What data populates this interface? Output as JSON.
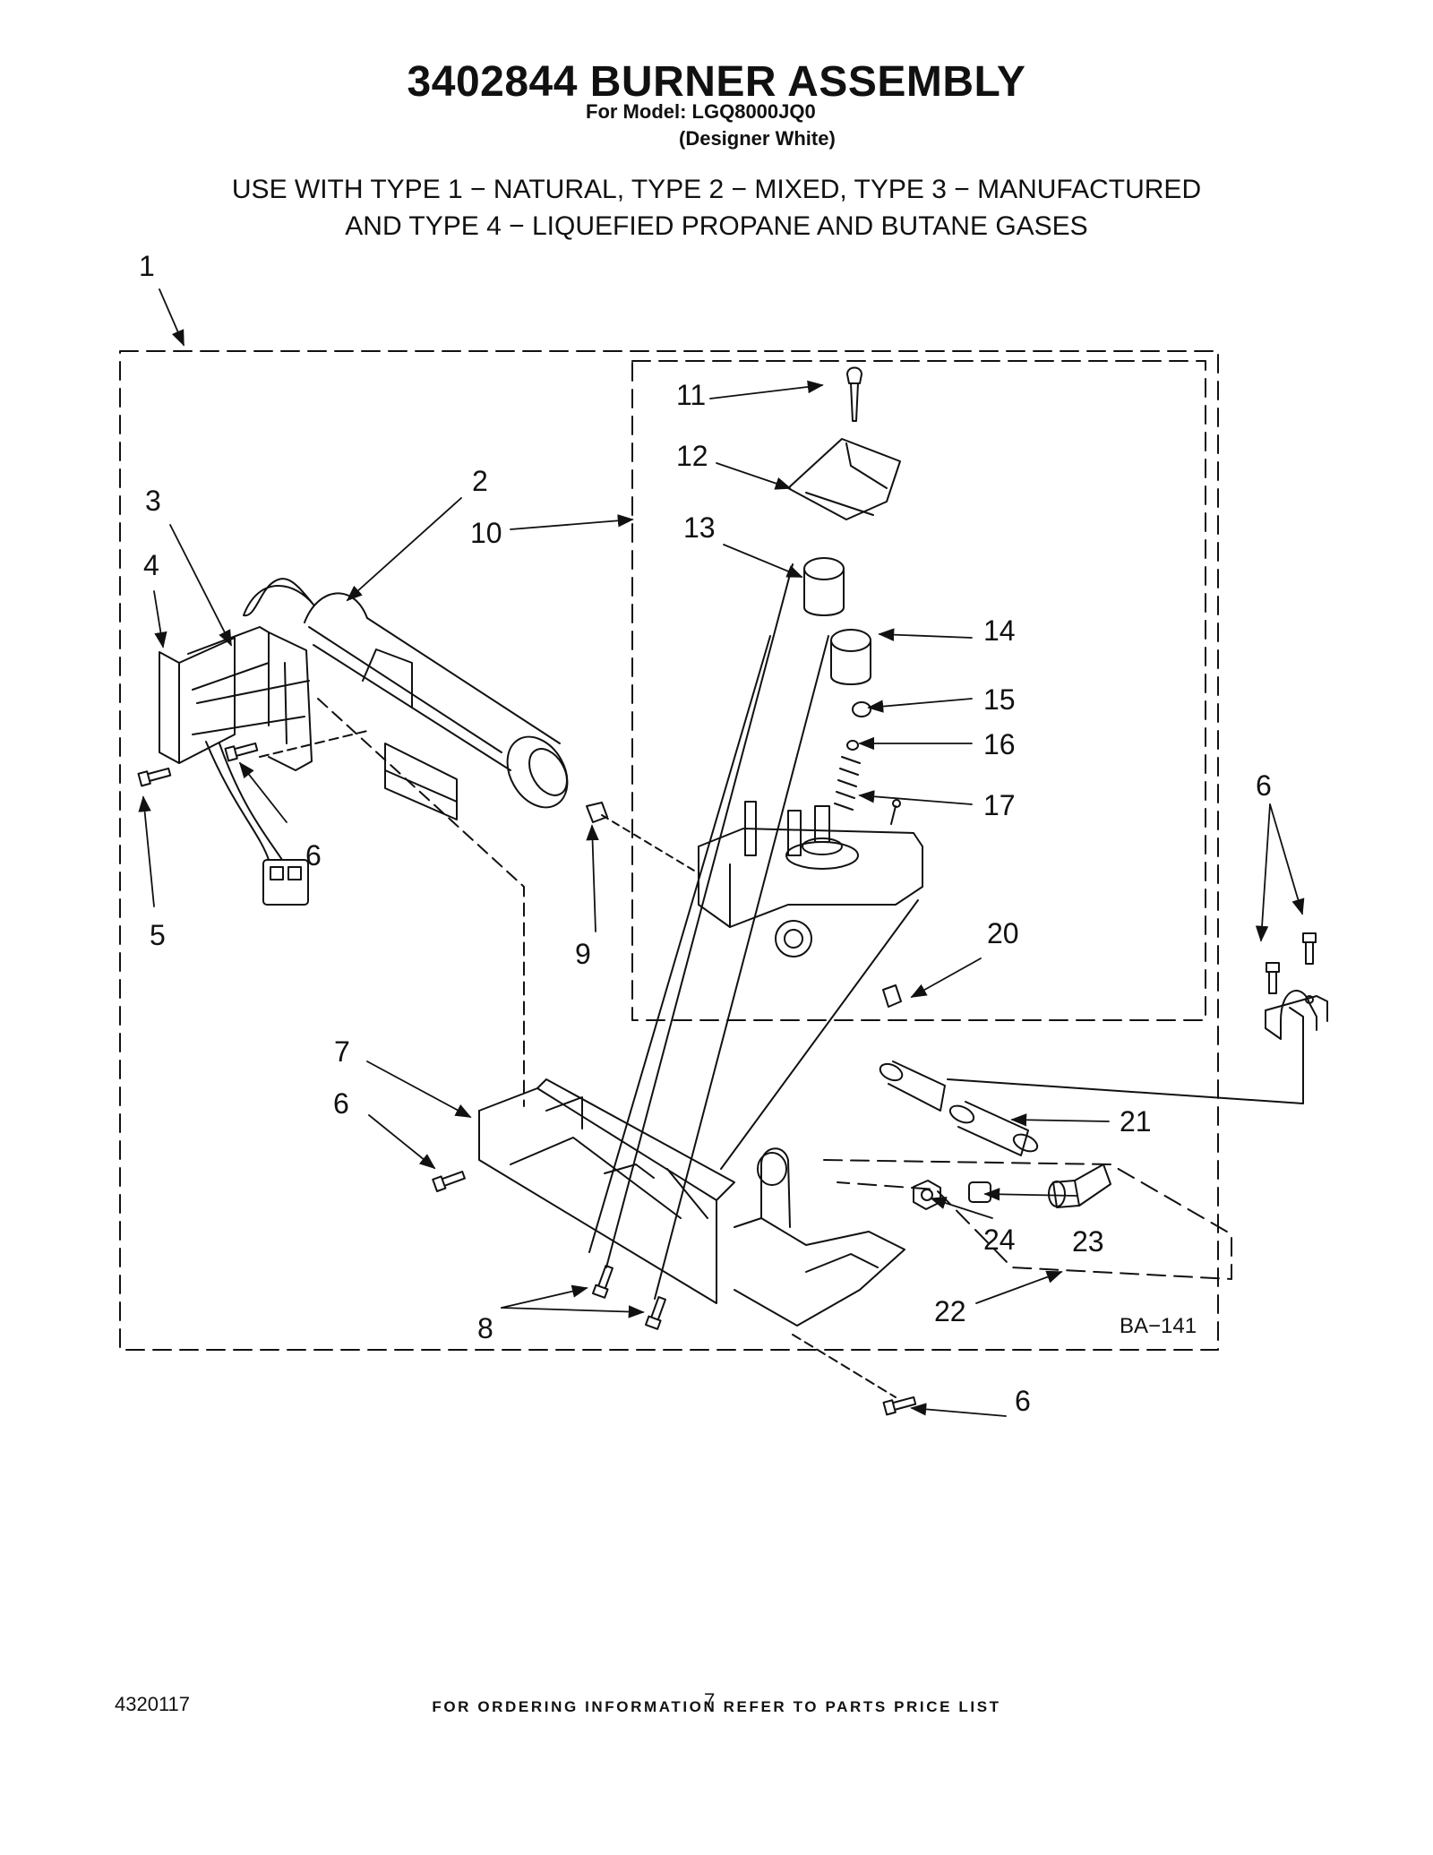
{
  "header": {
    "title": "3402844 BURNER ASSEMBLY",
    "model_line": "For Model: LGQ8000JQ0",
    "variant": "(Designer White)",
    "usage_line1": "USE WITH TYPE 1 − NATURAL, TYPE 2 − MIXED, TYPE 3 − MANUFACTURED",
    "usage_line2": "AND TYPE 4 − LIQUEFIED PROPANE AND BUTANE GASES"
  },
  "diagram": {
    "callouts": [
      "1",
      "2",
      "3",
      "4",
      "5",
      "6",
      "6",
      "6",
      "6",
      "6",
      "7",
      "8",
      "9",
      "10",
      "11",
      "12",
      "13",
      "14",
      "15",
      "16",
      "17",
      "20",
      "21",
      "22",
      "23",
      "24"
    ],
    "code": "BA−141",
    "line_color": "#111111"
  },
  "footer": {
    "ordering_note": "FOR ORDERING INFORMATION REFER TO PARTS PRICE LIST",
    "document_number": "4320117",
    "page_number": "7"
  }
}
